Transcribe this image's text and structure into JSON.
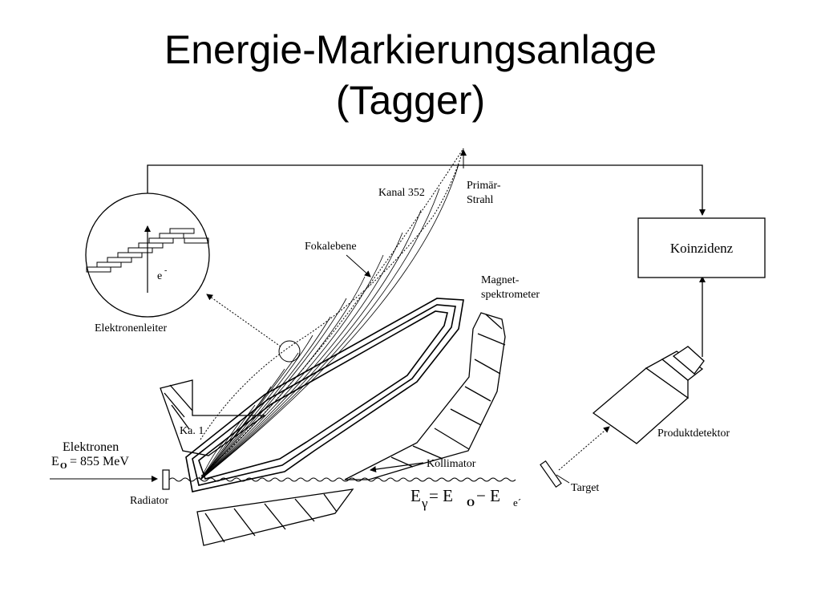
{
  "slide": {
    "title_line1": "Energie-Markierungsanlage",
    "title_line2": "(Tagger)"
  },
  "diagram": {
    "kanal352": "Kanal 352",
    "primaer_line1": "Primär-",
    "primaer_line2": "Strahl",
    "fokalebene": "Fokalebene",
    "magnet_line1": "Magnet-",
    "magnet_line2": "spektrometer",
    "koinzidenz": "Koinzidenz",
    "electron_symbol": "e",
    "electron_sup": "-",
    "elektronenleiter": "Elektronenleiter",
    "kanal1": "Ka. 1",
    "elektronen": "Elektronen",
    "energy_lhs": "E",
    "energy_sub": "O",
    "energy_rhs": "= 855 MeV",
    "radiator": "Radiator",
    "kollimator": "Kollimator",
    "target": "Target",
    "produktdetektor": "Produktdetektor",
    "formula": {
      "e": "E",
      "gamma": "γ",
      "eq": " = E",
      "o": "O",
      "minus": "− E",
      "esub": "e´"
    }
  }
}
